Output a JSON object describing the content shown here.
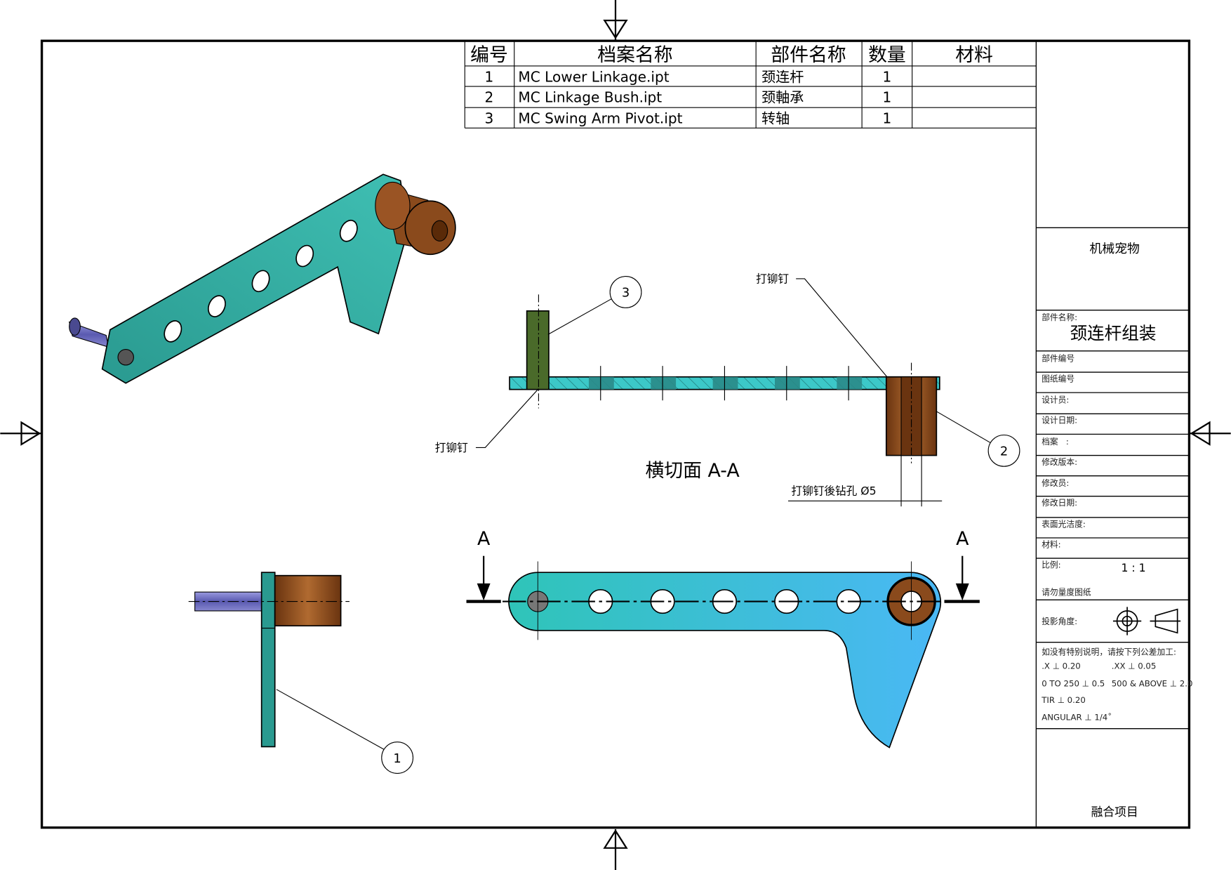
{
  "bom": {
    "headers": [
      "编号",
      "档案名称",
      "部件名称",
      "数量",
      "材料"
    ],
    "rows": [
      {
        "no": "1",
        "file": "MC Lower Linkage.ipt",
        "part": "颈连杆",
        "qty": "1",
        "material": ""
      },
      {
        "no": "2",
        "file": "MC Linkage Bush.ipt",
        "part": "颈軸承",
        "qty": "1",
        "material": ""
      },
      {
        "no": "3",
        "file": "MC Swing Arm Pivot.ipt",
        "part": "转轴",
        "qty": "1",
        "material": ""
      }
    ]
  },
  "title_block": {
    "company": "机械宠物",
    "part_name_label": "部件名称:",
    "part_name": "颈连杆组装",
    "part_no_label": "部件编号",
    "drawing_no_label": "图纸编号",
    "designer_label": "设计员:",
    "design_date_label": "设计日期:",
    "file_label": "档案   :",
    "revision_label": "修改版本:",
    "reviser_label": "修改员:",
    "revise_date_label": "修改日期:",
    "finish_label": "表面光洁度:",
    "material_label": "材料:",
    "scale_label": "比例:",
    "scale_value": "1 : 1",
    "no_scale_note": "请勿量度图纸",
    "projection_label": "投影角度:",
    "tolerance_note": "如没有特别说明，请按下列公差加工:",
    "tol_x": ".X ⊥ 0.20",
    "tol_xx": ".XX ⊥ 0.05",
    "tol_range1": "0 TO 250 ⊥ 0.5",
    "tol_range2": "500 & ABOVE ⊥ 2.0",
    "tol_tir": "TIR ⊥ 0.20",
    "tol_angular": "ANGULAR ⊥ 1/4˚",
    "project": "融合项目"
  },
  "views": {
    "section_title": "横切面 A-A",
    "section_marker_left": "A",
    "section_marker_right": "A",
    "rivet_note": "打铆钉",
    "drill_note": "打铆钉後钻孔 Ø5",
    "balloons": [
      "1",
      "2",
      "3"
    ]
  },
  "colors": {
    "teal": "#33b3a8",
    "bronze": "#8a4a1c",
    "pin": "#6f6fc0",
    "cyan": "#3cc8c8"
  }
}
